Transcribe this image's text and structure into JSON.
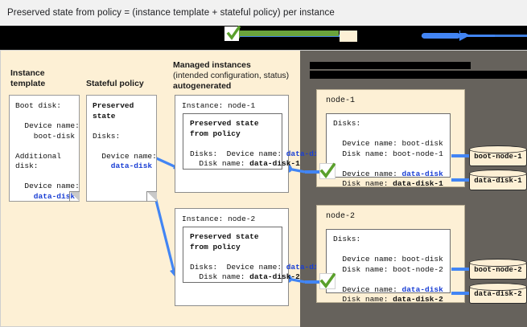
{
  "caption": {
    "text": "Preserved state from policy = (instance template + stateful policy) per instance"
  },
  "legend": {
    "check_icon": "green-check-icon",
    "green_arrow_icon": "green-arrow-icon",
    "beige_swatch_icon": "beige-swatch-icon",
    "blue_arrow_icon": "blue-arrow-icon",
    "redacted": true
  },
  "columns": {
    "instance_template": {
      "heading": "Instance\ntemplate",
      "card": {
        "line1": "Boot disk:",
        "line2": "  Device name:",
        "line3": "    boot-disk",
        "line4": "Additional",
        "line5": "disk:",
        "line6": "  Device name:",
        "line7": "    data-disk"
      }
    },
    "stateful_policy": {
      "heading": "Stateful policy",
      "card": {
        "line1": "Preserved",
        "line2": "state",
        "line3": "Disks:",
        "line4": "  Device name:",
        "line5": "    data-disk"
      }
    },
    "managed_instances": {
      "heading_bold": "Managed instances",
      "heading_normal": "(intended configuration, status)",
      "heading_bold2": "autogenerated",
      "instances": [
        {
          "title": "Instance: node-1",
          "inner_title": "Preserved state\nfrom policy",
          "disks_label": "Disks:",
          "device_name_label": "  Device name: ",
          "device_name_value": "data-disk",
          "disk_name_label": "  Disk name: ",
          "disk_name_value": "data-disk-1"
        },
        {
          "title": "Instance: node-2",
          "inner_title": "Preserved state\nfrom policy",
          "disks_label": "Disks:",
          "device_name_label": "  Device name: ",
          "device_name_value": "data-disk",
          "disk_name_label": "  Disk name: ",
          "disk_name_value": "data-disk-2"
        }
      ]
    },
    "nodes": {
      "redacted_heading": true,
      "items": [
        {
          "name": "node-1",
          "disks_label": "Disks:",
          "boot_device_line": "  Device name: boot-disk",
          "boot_disk_line": "  Disk name: boot-node-1",
          "data_device_label": "  Device name: ",
          "data_device_value": "data-disk",
          "data_disk_label": "  Disk name: ",
          "data_disk_value": "data-disk-1",
          "cylinders": [
            "boot-node-1",
            "data-disk-1"
          ]
        },
        {
          "name": "node-2",
          "disks_label": "Disks:",
          "boot_device_line": "  Device name: boot-disk",
          "boot_disk_line": "  Disk name: boot-node-2",
          "data_device_label": "  Device name: ",
          "data_device_value": "data-disk",
          "data_disk_label": "  Disk name: ",
          "data_disk_value": "data-disk-2",
          "cylinders": [
            "boot-node-2",
            "data-disk-2"
          ]
        }
      ]
    }
  },
  "colors": {
    "beige": "#fdf0d5",
    "gray_panel": "#66625c",
    "blue_accent": "#4285f4",
    "blue_text": "#1a3fd4",
    "green_check": "#5aa02c",
    "caption_bg": "#f1f1f1"
  }
}
